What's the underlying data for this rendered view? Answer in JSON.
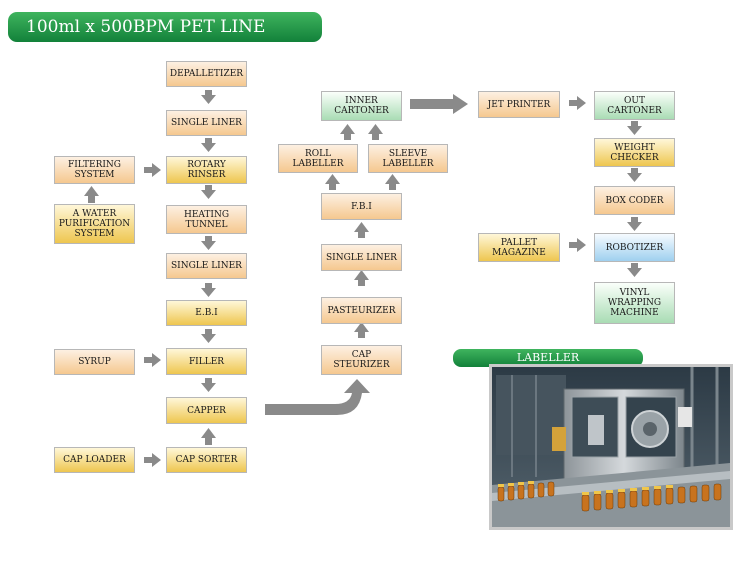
{
  "title": "100ml x 500BPM PET LINE",
  "photo_caption": "LABELLER",
  "boxes": {
    "depalletizer": "DEPALLETIZER",
    "single_liner_1": "SINGLE LINER",
    "filtering_system": [
      "FILTERING",
      "SYSTEM"
    ],
    "rotary_rinser": [
      "ROTARY",
      "RINSER"
    ],
    "water_purification": [
      "A WATER",
      "PURIFICATION",
      "SYSTEM"
    ],
    "heating_tunnel": [
      "HEATING",
      "TUNNEL"
    ],
    "single_liner_2": "SINGLE LINER",
    "ebi": "E.B.I",
    "syrup": "SYRUP",
    "filler": "FILLER",
    "capper": "CAPPER",
    "cap_loader": "CAP LOADER",
    "cap_sorter": "CAP SORTER",
    "cap_steurizer": [
      "CAP",
      "STEURIZER"
    ],
    "pasteurizer": "PASTEURIZER",
    "single_liner_3": "SINGLE LINER",
    "fbi": "F.B.I",
    "roll_labeller": [
      "ROLL",
      "LABELLER"
    ],
    "sleeve_labeller": [
      "SLEEVE",
      "LABELLER"
    ],
    "inner_cartoner": [
      "INNER",
      "CARTONER"
    ],
    "jet_printer": "JET PRINTER",
    "out_cartoner": [
      "OUT",
      "CARTONER"
    ],
    "weight_checker": [
      "WEIGHT",
      "CHECKER"
    ],
    "box_coder": "BOX CODER",
    "pallet_magazine": [
      "PALLET",
      "MAGAZINE"
    ],
    "robotizer": "ROBOTIZER",
    "vinyl_wrapping": [
      "VINYL",
      "WRAPPING",
      "MACHINE"
    ]
  }
}
